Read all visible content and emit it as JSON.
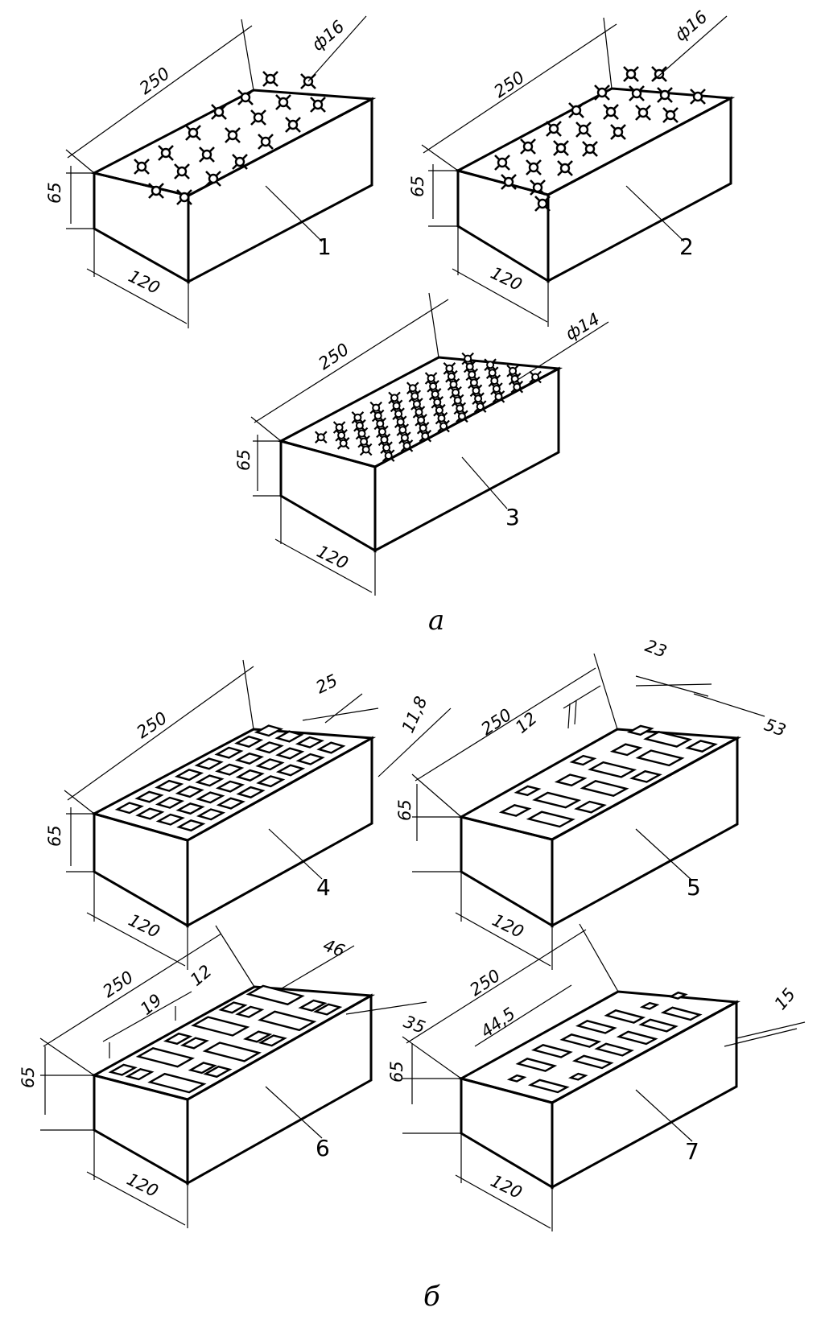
{
  "figure": {
    "group_a_caption": "а",
    "group_b_caption": "б"
  },
  "bricks": [
    {
      "id": "brick-1",
      "label": "1",
      "dims": {
        "length": "250",
        "width": "120",
        "height": "65"
      },
      "hole_dim": "ф16",
      "perforation": "cross-holes"
    },
    {
      "id": "brick-2",
      "label": "2",
      "dims": {
        "length": "250",
        "width": "120",
        "height": "65"
      },
      "hole_dim": "ф16",
      "perforation": "cross-holes"
    },
    {
      "id": "brick-3",
      "label": "3",
      "dims": {
        "length": "250",
        "width": "120",
        "height": "65"
      },
      "hole_dim": "ф14",
      "perforation": "cross-holes"
    },
    {
      "id": "brick-4",
      "label": "4",
      "dims": {
        "length": "250",
        "width": "120",
        "height": "65"
      },
      "slot_dims": [
        "25",
        "11,8"
      ],
      "perforation": "rect-slots"
    },
    {
      "id": "brick-5",
      "label": "5",
      "dims": {
        "length": "250",
        "width": "120",
        "height": "65"
      },
      "slot_dims": [
        "23",
        "12",
        "53"
      ],
      "perforation": "rect-slots"
    },
    {
      "id": "brick-6",
      "label": "6",
      "dims": {
        "length": "250",
        "width": "120",
        "height": "65"
      },
      "slot_dims": [
        "46",
        "19",
        "12",
        "35"
      ],
      "perforation": "rect-slots"
    },
    {
      "id": "brick-7",
      "label": "7",
      "dims": {
        "length": "250",
        "width": "120",
        "height": "65"
      },
      "slot_dims": [
        "44,5",
        "15"
      ],
      "perforation": "rect-slots"
    }
  ],
  "colors": {
    "line": "#000000",
    "background": "#ffffff"
  }
}
